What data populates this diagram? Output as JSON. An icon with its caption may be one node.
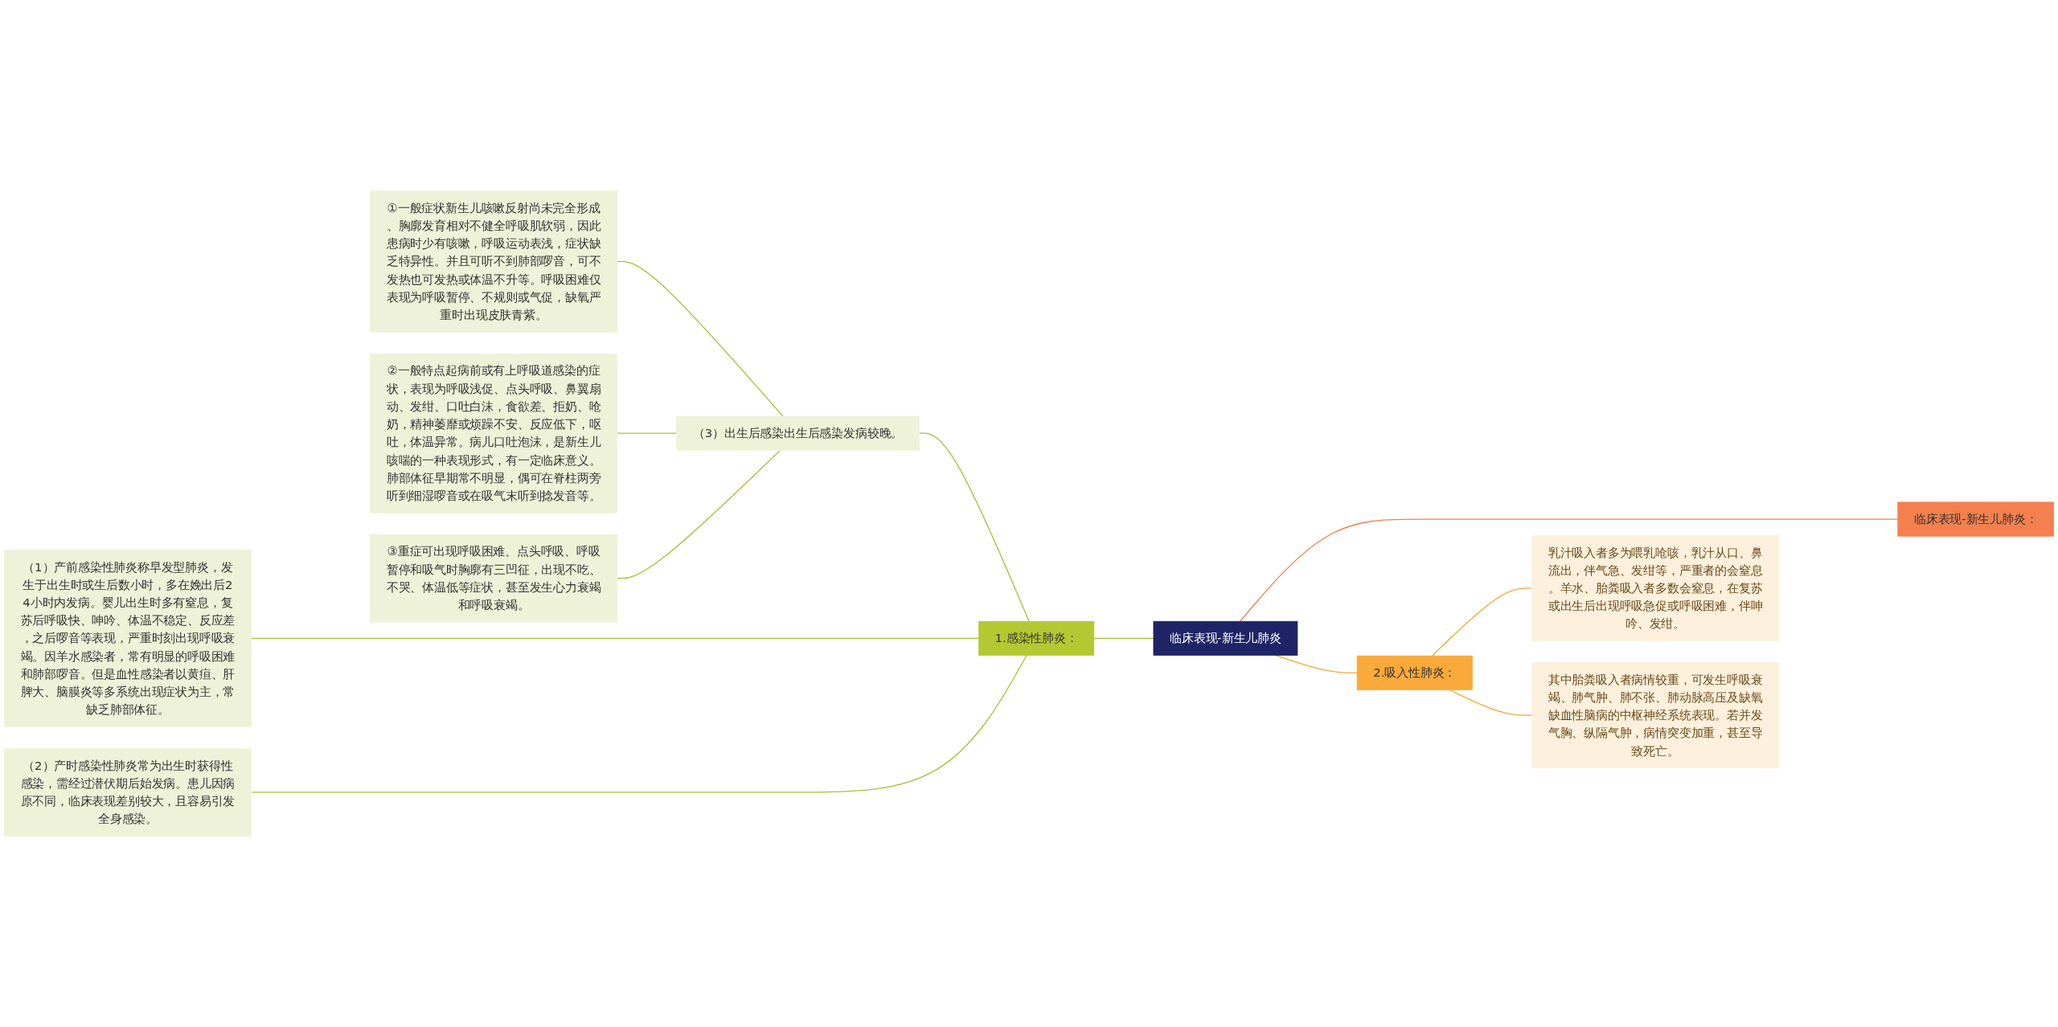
{
  "diagram": {
    "nodes": [
      {
        "text": [
          "临床表现-新生儿肺炎"
        ]
      },
      {
        "text": [
          "1.感染性肺炎："
        ]
      },
      {
        "text": [
          "（1）产前感染性肺炎称早发型肺炎，发生于出生时或生后数小时，多在娩出后24小时内发病。婴儿出生时多有窒息，复苏后呼吸快、呻吟、体温不稳定、反应差，之后啰音等表现，严重时刻出现呼吸衰竭。因羊水感染者，常有明显的呼吸困难和肺部啰音。但是血性感染者以黄疸、肝脾大、脑膜炎等多系统出现症状为主，常缺乏肺部体征。"
        ]
      },
      {
        "text": [
          "（2）产时感染性肺炎常为出生时获得性感染，需经过潜伏期后始发病。患儿因病原不同，临床表现差别较大，且容易引发全身感染。"
        ]
      },
      {
        "text": [
          "（3）出生后感染出生后感染发病较晚。"
        ]
      },
      {
        "text": [
          "①一般症状新生儿咳嗽反射尚未完全形成、胸廓发育相对不健全呼吸肌软弱，因此患病时少有咳嗽，呼吸运动表浅，症状缺乏特异性。并且可听不到肺部啰音，可不发热也可发热或体温不升等。呼吸困难仅表现为呼吸暂停、不规则或气促，缺氧严重时出现皮肤青紫。"
        ]
      },
      {
        "text": [
          "②一般特点起病前或有上呼吸道感染的症状，表现为呼吸浅促、点头呼吸、鼻翼扇动、发绀、口吐白沫，食欲差、拒奶、呛奶，精神萎靡或烦躁不安、反应低下，呕吐，体温异常。病儿口吐泡沫，是新生儿咳喘的一种表现形式，有一定临床意义。肺部体征早期常不明显，偶可在脊柱两旁听到细湿啰音或在吸气末听到捻发音等。"
        ]
      },
      {
        "text": [
          "③重症可出现呼吸困难、点头呼吸、呼吸暂停和吸气时胸廓有三凹征，出现不吃、不哭、体温低等症状，甚至发生心力衰竭和呼吸衰竭。"
        ]
      },
      {
        "text": [
          "临床表现-新生儿肺炎："
        ]
      },
      {
        "text": [
          "2.吸入性肺炎："
        ]
      },
      {
        "text": [
          "乳汁吸入者多为喂乳呛咳，乳汁从口、鼻流出，伴气急、发绀等，严重者的会窒息。羊水、胎粪吸入者多数会窒息，在复苏或出生后出现呼吸急促或呼吸困难，伴呻吟、发绀。"
        ]
      },
      {
        "text": [
          "其中胎粪吸入者病情较重，可发生呼吸衰竭、肺气肿、肺不张、肺动脉高压及缺氧缺血性脑病的中枢神经系统表现。若并发气胸、纵隔气肿，病情突变加重，甚至导致死亡。"
        ]
      }
    ],
    "edges": [
      {
        "from": 0,
        "to": 1,
        "arrow": "none"
      },
      {
        "from": 1,
        "to": 2,
        "arrow": "none"
      },
      {
        "from": 1,
        "to": 3,
        "arrow": "none"
      },
      {
        "from": 1,
        "to": 4,
        "arrow": "none"
      },
      {
        "from": 4,
        "to": 5,
        "arrow": "none"
      },
      {
        "from": 4,
        "to": 6,
        "arrow": "none"
      },
      {
        "from": 4,
        "to": 7,
        "arrow": "none"
      },
      {
        "from": 0,
        "to": 8,
        "arrow": "none",
        "color": "#f08050"
      },
      {
        "from": 0,
        "to": 9,
        "arrow": "none",
        "color": "#f4a838"
      },
      {
        "from": 9,
        "to": 10,
        "arrow": "none",
        "color": "#f4a838"
      },
      {
        "from": 9,
        "to": 11,
        "arrow": "none",
        "color": "#f4a838"
      }
    ]
  }
}
